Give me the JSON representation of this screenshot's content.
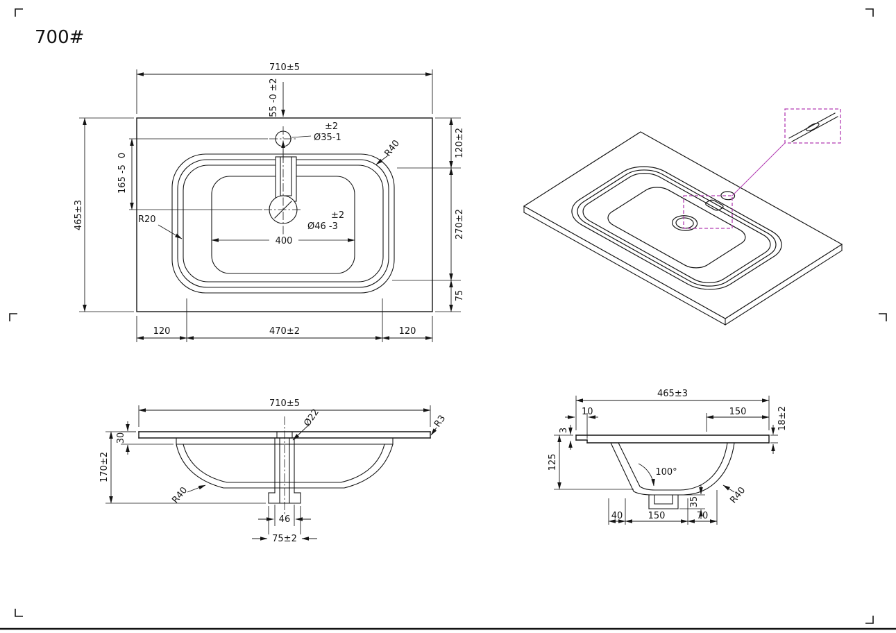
{
  "sheet": {
    "title": "700#"
  },
  "top_view": {
    "dim_width": "710±5",
    "dim_faucet_offset_tol": "±2",
    "dim_faucet_offset": "55 -0",
    "dim_faucet_dia_tol": "±2",
    "dim_faucet_dia": "Ø35-1",
    "dim_corner_radius": "R40",
    "dim_right_top": "120±2",
    "dim_left_upper_tol": "0",
    "dim_left_upper": "165 -5",
    "dim_height": "465±3",
    "dim_inner_radius": "R20",
    "dim_drain_dia_tol": "±2",
    "dim_drain_dia": "Ø46 -3",
    "dim_basin_bottom_width": "400",
    "dim_right_middle": "270±2",
    "dim_right_bottom": "75",
    "dim_bottom_left": "120",
    "dim_bottom_center": "470±2",
    "dim_bottom_right": "120"
  },
  "front_section": {
    "dim_width": "710±5",
    "dim_drain_inner_dia": "Ø22",
    "dim_edge_radius": "R3",
    "dim_rim_height": "30",
    "dim_total_height": "170±2",
    "dim_bowl_radius": "R40",
    "dim_drain_outer_dia": "46",
    "dim_boss_width": "75±2"
  },
  "side_section": {
    "dim_depth": "465±3",
    "dim_back_edge": "10",
    "dim_front_flat": "150",
    "dim_edge_thickness": "18±2",
    "dim_back_lip": "3",
    "dim_bowl_depth": "125",
    "dim_wall_angle": "100°",
    "dim_boss_height": "35",
    "dim_bowl_radius": "R40",
    "dim_bottom_left": "40",
    "dim_bottom_center": "150",
    "dim_bottom_right": "70"
  }
}
